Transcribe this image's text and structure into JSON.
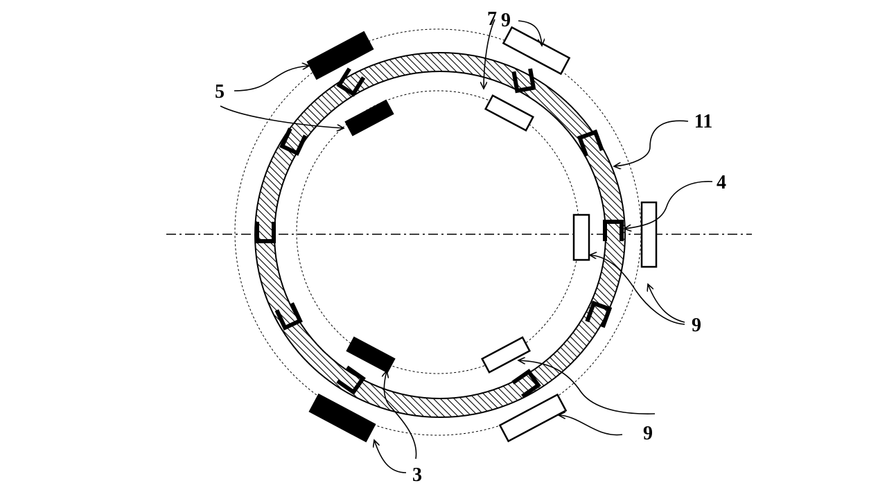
{
  "diagram": {
    "labels": {
      "ref_9_top": "9",
      "ref_7": "7",
      "ref_5": "5",
      "ref_11": "11",
      "ref_4": "4",
      "ref_9_right": "9",
      "ref_9_bottom": "9",
      "ref_3": "3"
    },
    "colors": {
      "stroke": "#000000",
      "background": "#ffffff"
    },
    "icons": [
      "arrow-head"
    ]
  }
}
